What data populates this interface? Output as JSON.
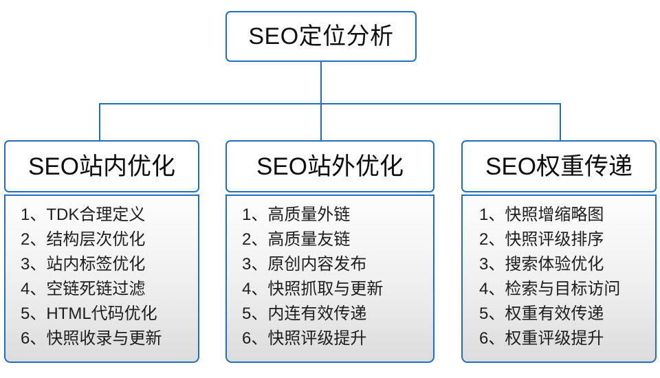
{
  "diagram": {
    "title": "SEO定位分析",
    "root": {
      "label": "SEO定位分析"
    },
    "branches": [
      {
        "header": "SEO站内优化",
        "items": [
          "1、TDK合理定义",
          "2、结构层次优化",
          "3、站内标签优化",
          "4、空链死链过滤",
          "5、HTML代码优化",
          "6、快照收录与更新"
        ]
      },
      {
        "header": "SEO站外优化",
        "items": [
          "1、高质量外链",
          "2、高质量友链",
          "3、原创内容发布",
          "4、快照抓取与更新",
          "5、内连有效传递",
          "6、快照评级提升"
        ]
      },
      {
        "header": "SEO权重传递",
        "items": [
          "1、快照增缩略图",
          "2、快照评级排序",
          "3、搜索体验优化",
          "4、检索与目标访问",
          "5、权重有效传递",
          "6、权重评级提升"
        ]
      }
    ],
    "colors": {
      "border": "#1f6fc0",
      "node_background": "#ffffff",
      "list_background_top": "#fdfdfd",
      "list_background_bottom": "#dcdcdc",
      "text": "#101010",
      "page_background": "#ffffff"
    }
  }
}
